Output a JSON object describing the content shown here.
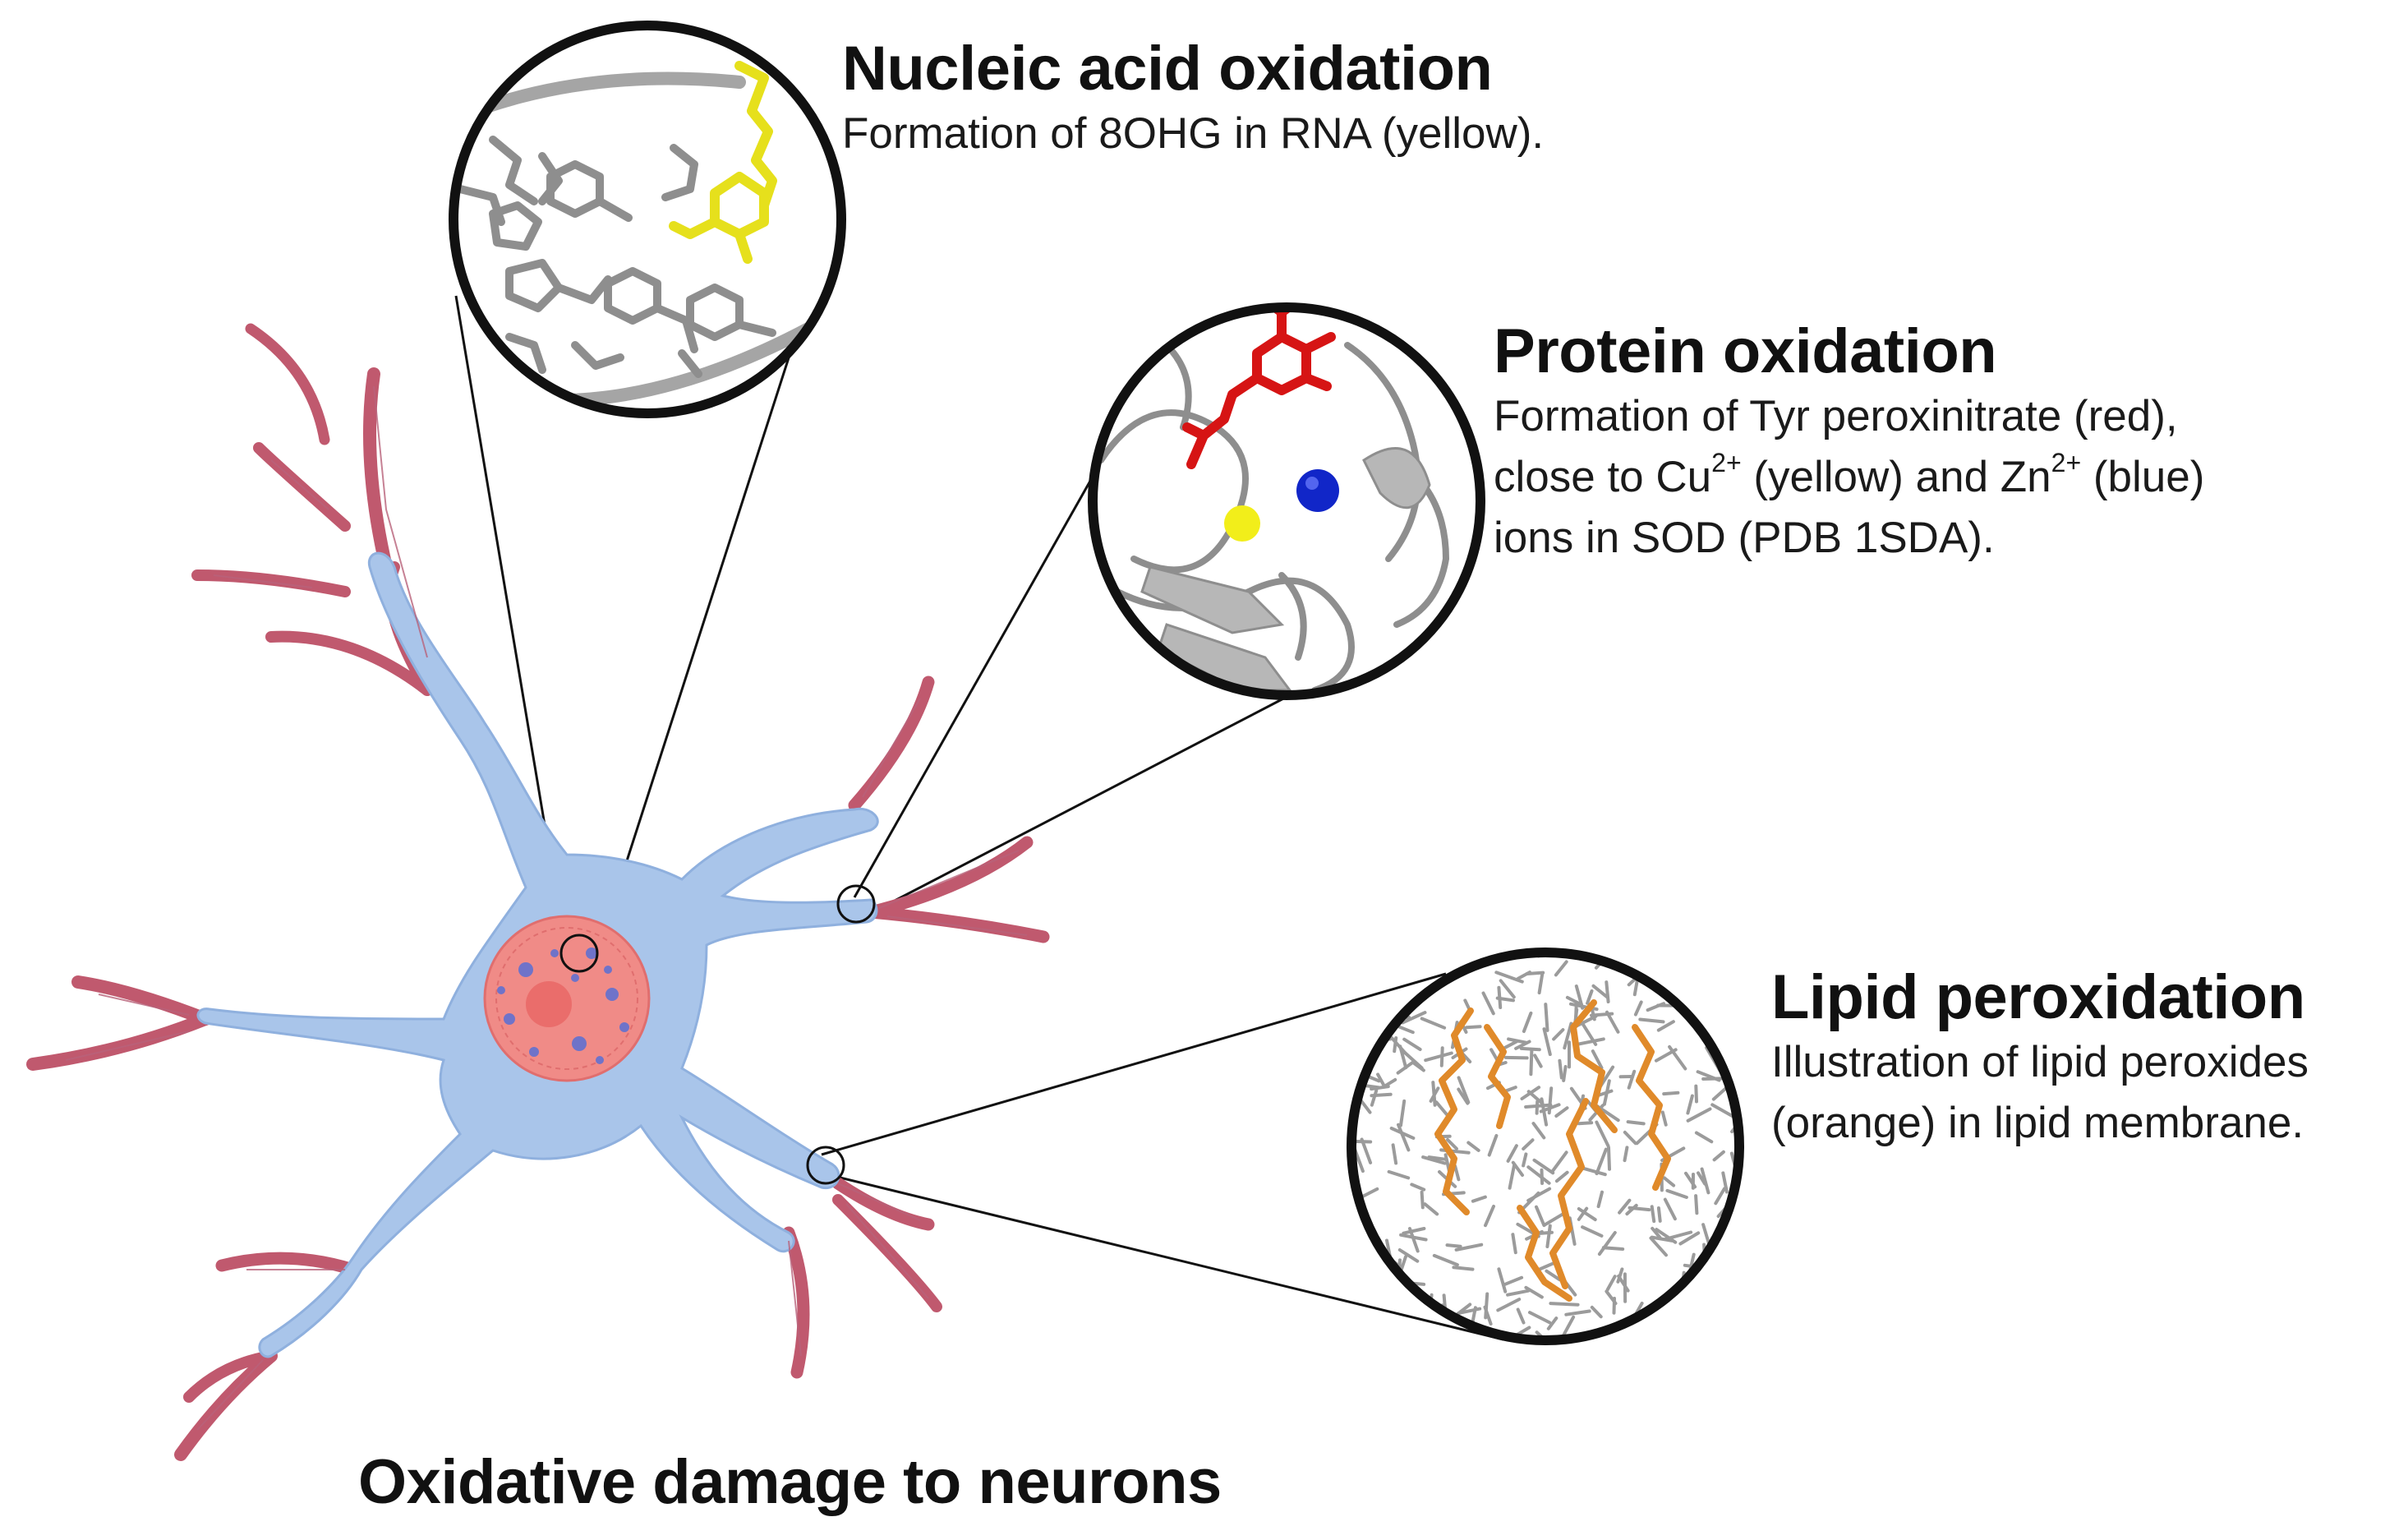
{
  "title": "Oxidative damage to neurons",
  "panels": {
    "nucleic": {
      "heading": "Nucleic acid oxidation",
      "line1": "Formation of 8OHG in RNA (yellow)."
    },
    "protein": {
      "heading": "Protein oxidation",
      "line1": "Formation of Tyr peroxinitrate (red),",
      "line2_pre": "close to Cu",
      "line2_sup1": "2+",
      "line2_mid": " (yellow) and Zn",
      "line2_sup2": "2+",
      "line2_post": " (blue)",
      "line3": "ions in SOD (PDB 1SDA)."
    },
    "lipid": {
      "heading": "Lipid peroxidation",
      "line1": "Illustration of lipid peroxides",
      "line2": "(orange) in lipid membrane."
    }
  },
  "colors": {
    "cell_body": "#a9c5ea",
    "cell_outline": "#8fb0de",
    "dendrite_tip": "#c0596e",
    "nucleus": "#f08b87",
    "nucleolus": "#ea6d6b",
    "chromatin": "#6f73c9",
    "rna_highlight": "#e6e01c",
    "tyr_highlight": "#d61414",
    "cu_ion": "#f2ee1a",
    "zn_ion": "#1126c8",
    "lipid_highlight": "#e08a2a",
    "molecule_gray": "#8e8e8e"
  }
}
